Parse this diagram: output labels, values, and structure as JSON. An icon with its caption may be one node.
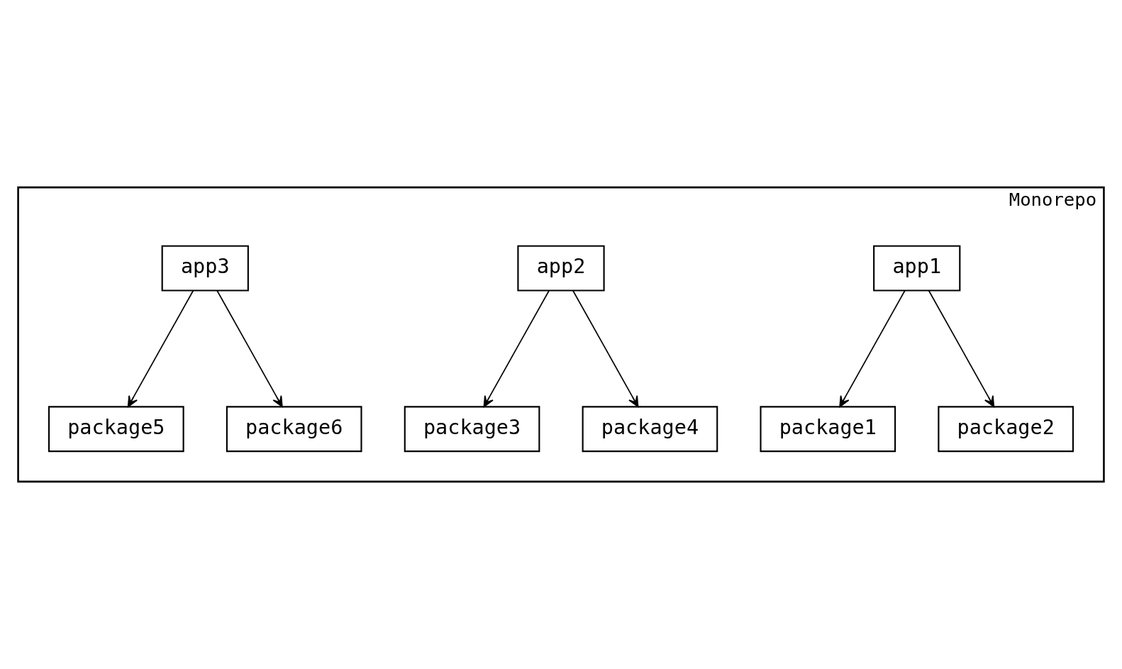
{
  "diagram": {
    "nodes": [
      {
        "text": [
          "Monorepo"
        ]
      },
      {
        "text": [
          "app1"
        ],
        "in": 0
      },
      {
        "text": [
          "app2"
        ],
        "in": 0
      },
      {
        "text": [
          "app3"
        ],
        "in": 0
      },
      {
        "text": [
          "package1"
        ],
        "in": 0
      },
      {
        "text": [
          "package2"
        ],
        "in": 0
      },
      {
        "text": [
          "package3"
        ],
        "in": 0
      },
      {
        "text": [
          "package4"
        ],
        "in": 0
      },
      {
        "text": [
          "package5"
        ],
        "in": 0
      },
      {
        "text": [
          "package6"
        ],
        "in": 0
      }
    ],
    "edges": [
      {
        "from": 1,
        "to": 4,
        "arrow": "to"
      },
      {
        "from": 1,
        "to": 5,
        "arrow": "to"
      },
      {
        "from": 2,
        "to": 6,
        "arrow": "to"
      },
      {
        "from": 2,
        "to": 7,
        "arrow": "to"
      },
      {
        "from": 3,
        "to": 8,
        "arrow": "to"
      },
      {
        "from": 3,
        "to": 9,
        "arrow": "to"
      }
    ]
  }
}
